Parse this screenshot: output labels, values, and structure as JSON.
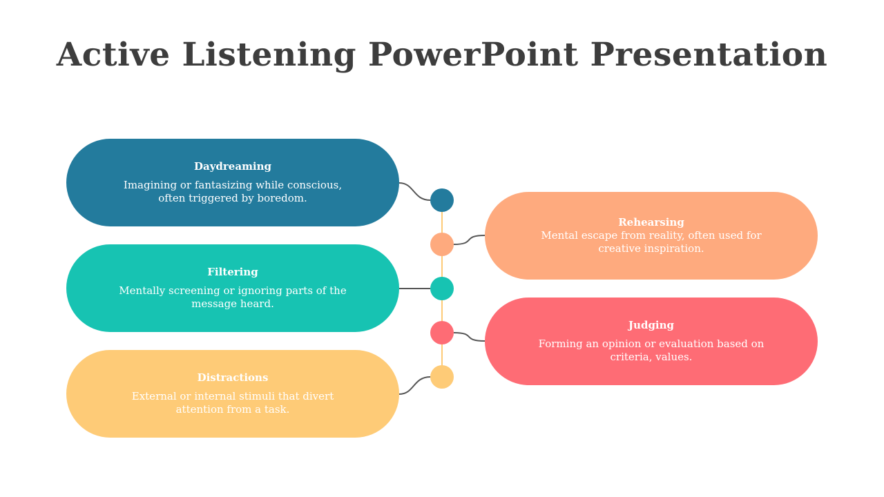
{
  "title": "Active Listening PowerPoint Presentation",
  "colors": {
    "daydreaming": "#237b9d",
    "filtering": "#17c3b2",
    "distractions": "#fecb77",
    "rehearsing": "#feaa7e",
    "judging": "#fe6c75",
    "title_text": "#3d3d3d",
    "axis_line": "#fecb77",
    "connector": "#555555"
  },
  "items": [
    {
      "key": "daydreaming",
      "title": "Daydreaming",
      "description": "Imagining or fantasizing while conscious, often triggered by boredom."
    },
    {
      "key": "rehearsing",
      "title": "Rehearsing",
      "description": "Mental escape from reality, often used for creative inspiration."
    },
    {
      "key": "filtering",
      "title": "Filtering",
      "description": "Mentally screening or ignoring parts of the message heard."
    },
    {
      "key": "judging",
      "title": "Judging",
      "description": "Forming an opinion or evaluation based on criteria, values."
    },
    {
      "key": "distractions",
      "title": "Distractions",
      "description": "External or internal stimuli that divert attention from a task."
    }
  ]
}
